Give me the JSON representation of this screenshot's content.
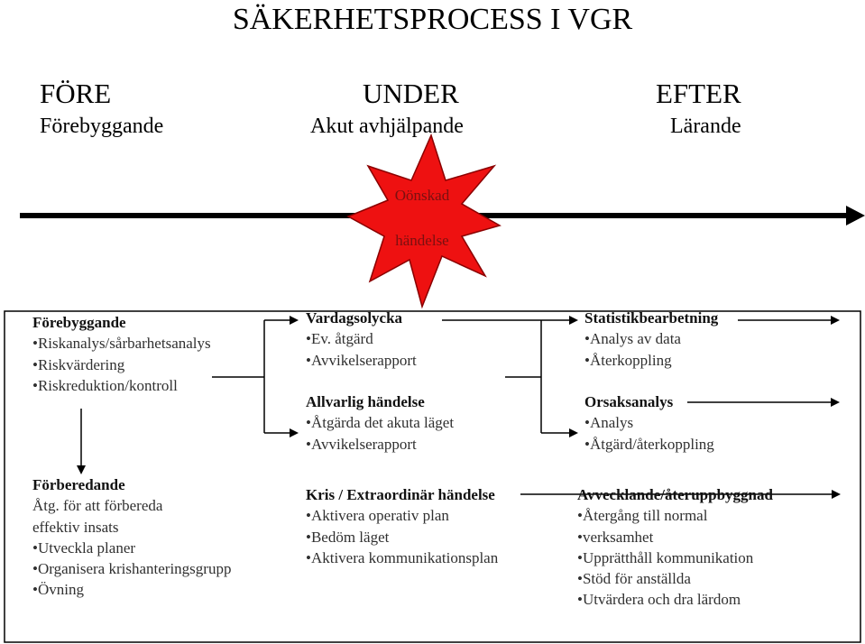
{
  "title": "SÄKERHETSPROCESS I VGR",
  "phases": [
    {
      "name": "FÖRE",
      "subtitle": "Förebyggande"
    },
    {
      "name": "UNDER",
      "subtitle": "Akut avhjälpande"
    },
    {
      "name": "EFTER",
      "subtitle": "Lärande"
    }
  ],
  "event": {
    "line1": "Oönskad",
    "line2": "händelse"
  },
  "colors": {
    "event_fill": "#ee1111",
    "event_stroke": "#8a0000",
    "text": "#303030"
  },
  "blocks": {
    "forebyggande": {
      "heading": "Förebyggande",
      "items": [
        "•Riskanalys/sårbarhetsanalys",
        "•Riskvärdering",
        "•Riskreduktion/kontroll"
      ]
    },
    "forberedande": {
      "heading": "Förberedande",
      "items": [
        "Åtg. för att förbereda",
        "effektiv insats",
        "•Utveckla planer",
        "•Organisera krishanteringsgrupp",
        "•Övning"
      ]
    },
    "vardagsolycka": {
      "heading": "Vardagsolycka",
      "items": [
        "•Ev. åtgärd",
        "•Avvikelserapport"
      ]
    },
    "allvarlig": {
      "heading": "Allvarlig händelse",
      "items": [
        "•Åtgärda det akuta läget",
        "•Avvikelserapport"
      ]
    },
    "kris": {
      "heading": "Kris / Extraordinär händelse",
      "items": [
        "•Aktivera operativ plan",
        "•Bedöm läget",
        "•Aktivera kommunikationsplan"
      ]
    },
    "statistik": {
      "heading": "Statistikbearbetning",
      "items": [
        "•Analys av data",
        "•Återkoppling"
      ]
    },
    "orsaksanalys": {
      "heading": "Orsaksanalys",
      "items": [
        "•Analys",
        "•Åtgärd/återkoppling"
      ]
    },
    "avveckling": {
      "heading": "Avvecklande/återuppbyggnad",
      "items": [
        "•Återgång till normal",
        "•verksamhet",
        "•Upprätthåll kommunikation",
        "•Stöd för anställda",
        "•Utvärdera och dra lärdom"
      ]
    }
  }
}
